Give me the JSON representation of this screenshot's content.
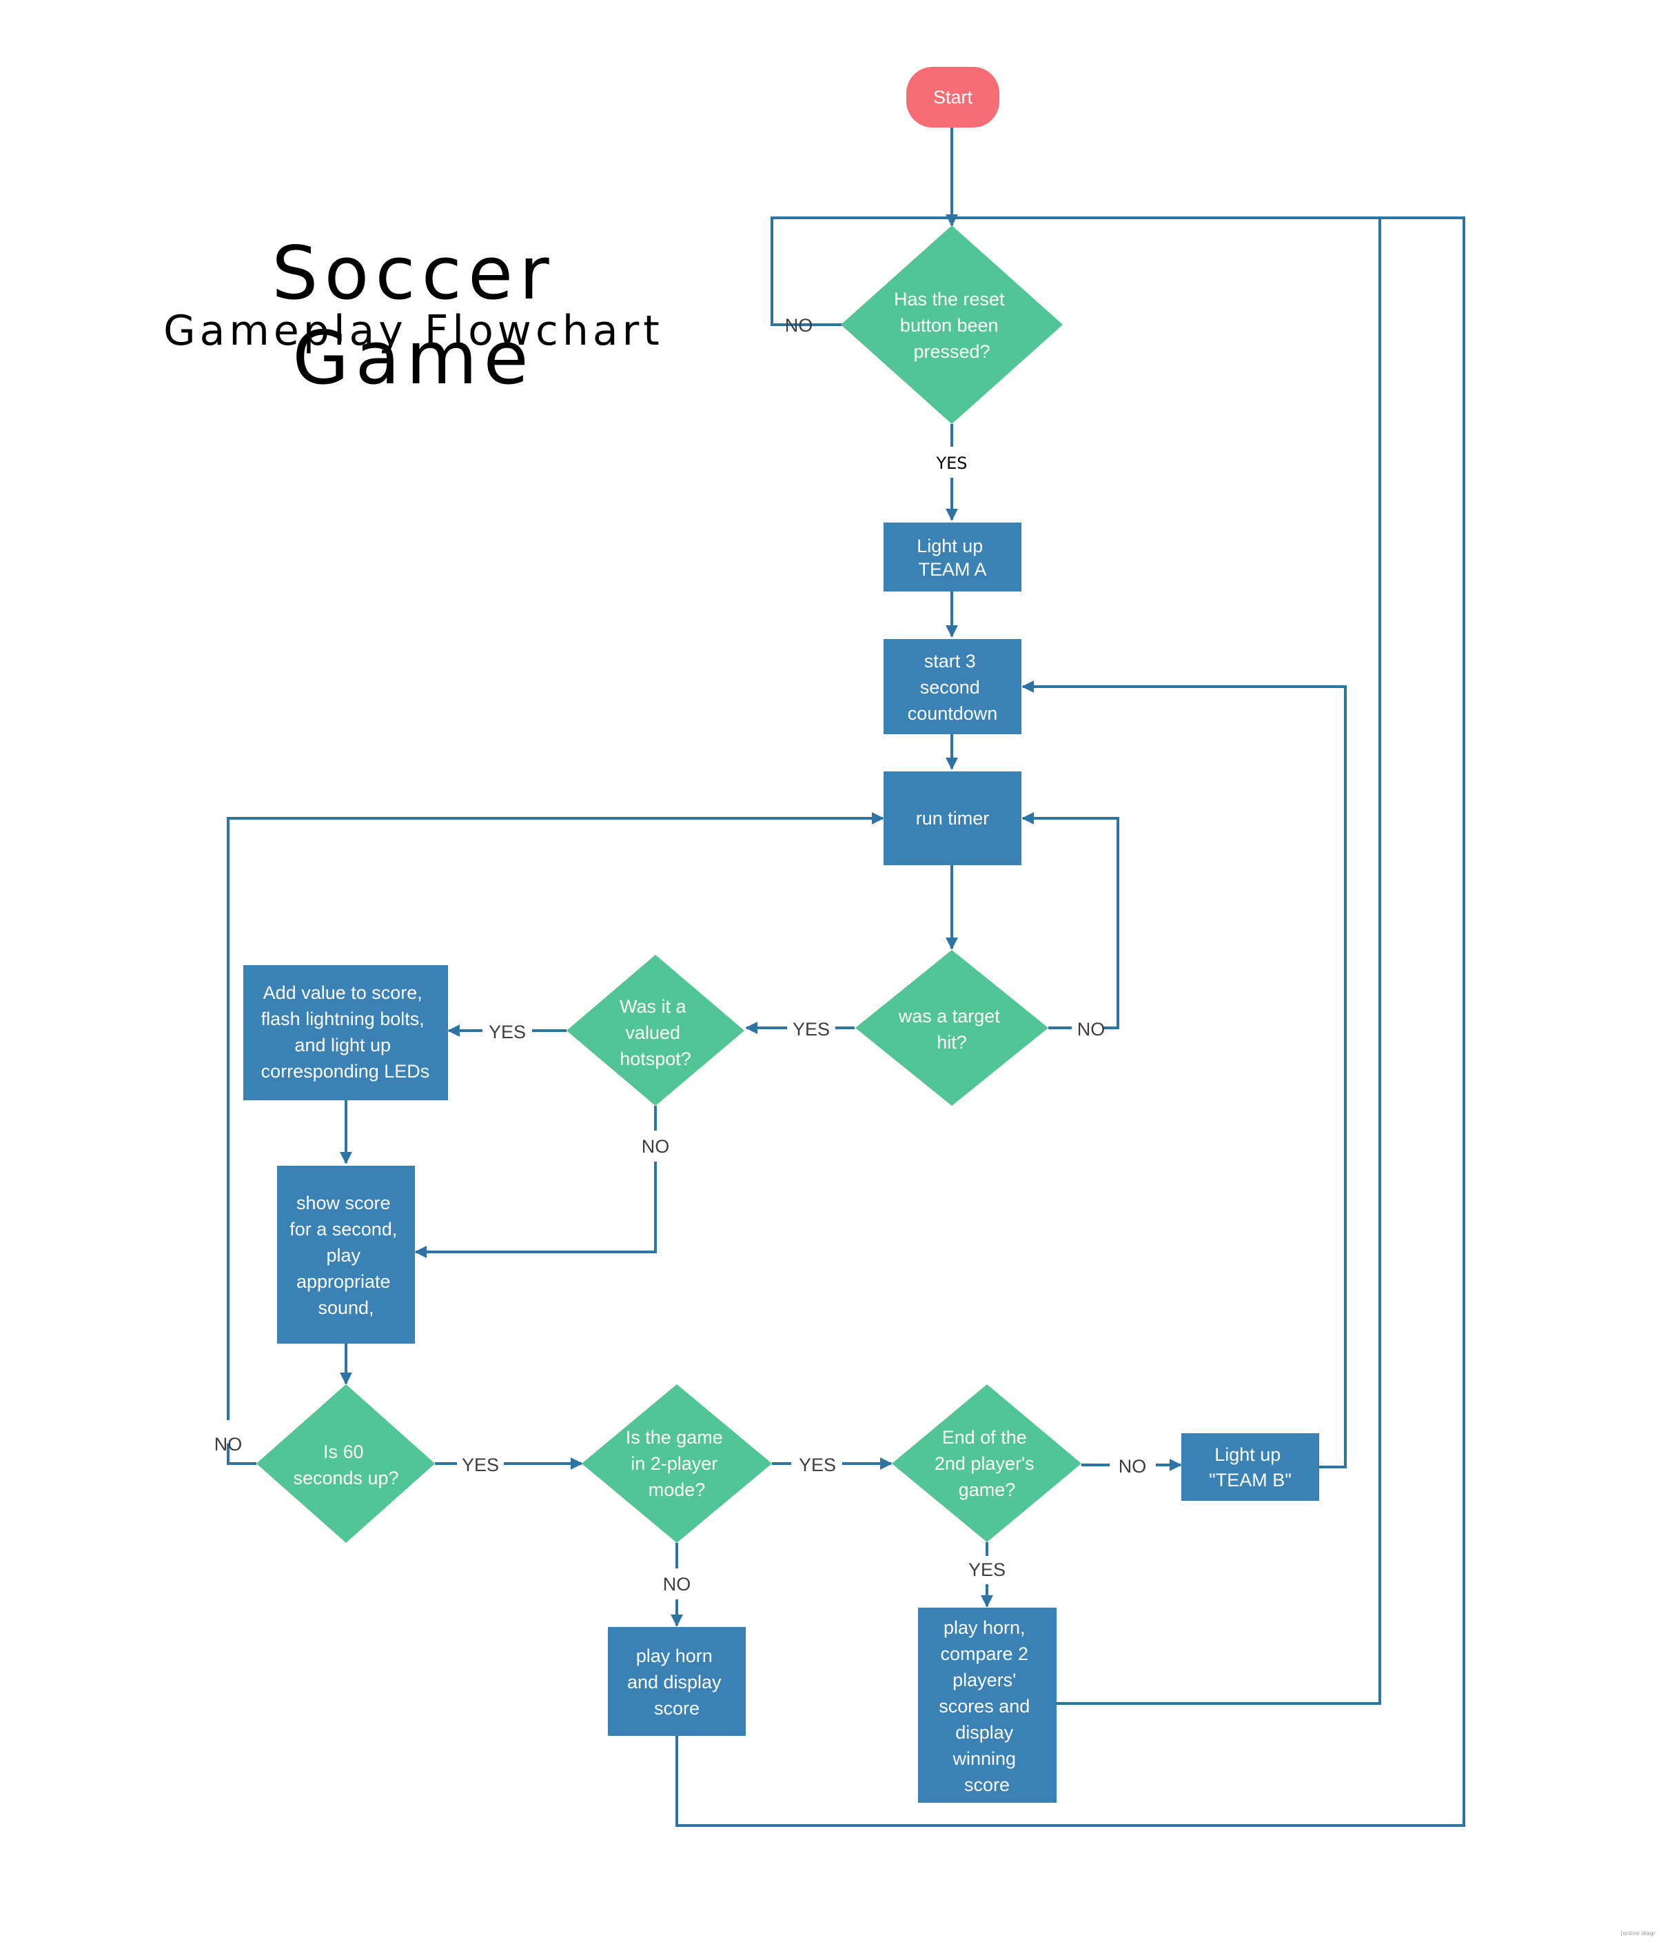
{
  "title": "Soccer Game",
  "subtitle": "Gameplay Flowchart",
  "footer": "[online diagr",
  "colors": {
    "start": "#f66d75",
    "decision": "#52c596",
    "process": "#3a82b6",
    "connector": "#2d73a4",
    "label": "#3d3d3d"
  },
  "nodes": {
    "start": [
      "Start"
    ],
    "reset_decision": [
      "Has the reset",
      "button been",
      "pressed?"
    ],
    "light_team_a": [
      "Light up",
      "TEAM A"
    ],
    "countdown": [
      "start 3",
      "second",
      "countdown"
    ],
    "run_timer": [
      "run timer"
    ],
    "target_hit": [
      "was a target",
      "hit?"
    ],
    "valued_hotspot": [
      "Was it a",
      "valued",
      "hotspot?"
    ],
    "add_value": [
      "Add value to score,",
      "flash lightning bolts,",
      "and light up",
      "corresponding LEDs"
    ],
    "show_score": [
      "show score",
      "for a second,",
      "play",
      "appropriate",
      "sound,"
    ],
    "sixty_seconds": [
      "Is 60",
      "seconds up?"
    ],
    "two_player": [
      "Is the game",
      "in 2-player",
      "mode?"
    ],
    "end_second": [
      "End of the",
      "2nd player's",
      "game?"
    ],
    "light_team_b": [
      "Light up",
      "\"TEAM B\""
    ],
    "horn_display": [
      "play horn",
      "and display",
      "score"
    ],
    "horn_compare": [
      "play horn,",
      "compare 2",
      "players'",
      "scores and",
      "display",
      "winning",
      "score"
    ]
  },
  "labels": {
    "reset_no": "NO",
    "reset_yes": "YES",
    "hit_yes": "YES",
    "hit_no": "NO",
    "hotspot_yes": "YES",
    "hotspot_no": "NO",
    "sixty_no": "NO",
    "sixty_yes": "YES",
    "two_player_yes": "YES",
    "two_player_no": "NO",
    "end_no": "NO",
    "end_yes": "YES"
  }
}
